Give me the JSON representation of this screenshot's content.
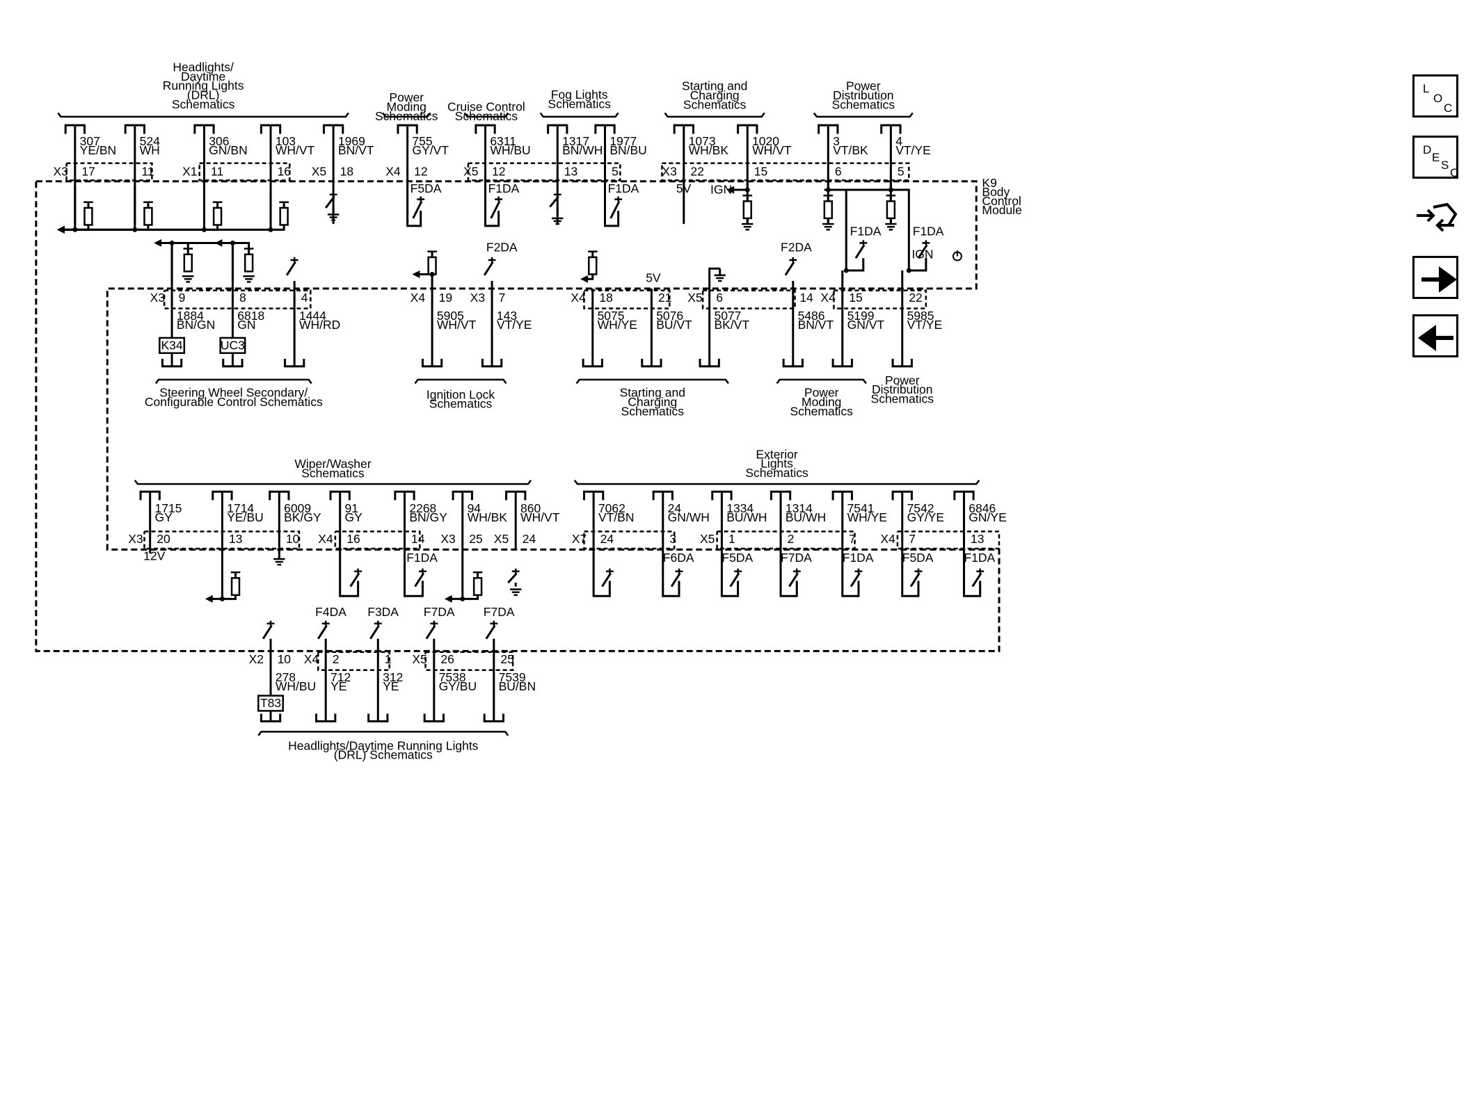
{
  "module": {
    "lines": [
      "K9",
      "Body",
      "Control",
      "Module"
    ]
  },
  "groups": [
    {
      "id": "g_drl_top",
      "lines": [
        "Headlights/",
        "Daytime",
        "Running Lights",
        "(DRL)",
        "Schematics"
      ]
    },
    {
      "id": "g_pm_top",
      "lines": [
        "Power",
        "Moding",
        "Schematics"
      ]
    },
    {
      "id": "g_cc_top",
      "lines": [
        "Cruise Control",
        "Schematics"
      ]
    },
    {
      "id": "g_fog_top",
      "lines": [
        "Fog Lights",
        "Schematics"
      ]
    },
    {
      "id": "g_sc_top",
      "lines": [
        "Starting and",
        "Charging",
        "Schematics"
      ]
    },
    {
      "id": "g_pd_top",
      "lines": [
        "Power",
        "Distribution",
        "Schematics"
      ]
    },
    {
      "id": "g_sw_mid",
      "lines": [
        "Steering Wheel Secondary/",
        "Configurable Control Schematics"
      ]
    },
    {
      "id": "g_il_mid",
      "lines": [
        "Ignition Lock",
        "Schematics"
      ]
    },
    {
      "id": "g_sc_mid",
      "lines": [
        "Starting and",
        "Charging",
        "Schematics"
      ]
    },
    {
      "id": "g_pm_mid",
      "lines": [
        "Power",
        "Moding",
        "Schematics"
      ]
    },
    {
      "id": "g_pd_mid",
      "lines": [
        "Power",
        "Distribution",
        "Schematics"
      ]
    },
    {
      "id": "g_ww_low",
      "lines": [
        "Wiper/Washer",
        "Schematics"
      ]
    },
    {
      "id": "g_el_low",
      "lines": [
        "Exterior",
        "Lights",
        "Schematics"
      ]
    },
    {
      "id": "g_drl_bot",
      "lines": [
        "Headlights/Daytime Running Lights",
        "(DRL) Schematics"
      ]
    }
  ],
  "circuits": [
    {
      "conn": "X3",
      "pin": "17",
      "circuit": "307",
      "color": "YE/BN"
    },
    {
      "conn": "",
      "pin": "11",
      "circuit": "524",
      "color": "WH"
    },
    {
      "conn": "X1",
      "pin": "11",
      "circuit": "306",
      "color": "GN/BN"
    },
    {
      "conn": "",
      "pin": "16",
      "circuit": "103",
      "color": "WH/VT"
    },
    {
      "conn": "X5",
      "pin": "18",
      "circuit": "1969",
      "color": "BN/VT"
    },
    {
      "conn": "X4",
      "pin": "12",
      "circuit": "755",
      "color": "GY/VT",
      "fuse": "F5DA"
    },
    {
      "conn": "X5",
      "pin": "12",
      "circuit": "6311",
      "color": "WH/BU",
      "fuse": "F1DA"
    },
    {
      "conn": "",
      "pin": "13",
      "circuit": "1317",
      "color": "BN/WH"
    },
    {
      "conn": "",
      "pin": "5",
      "circuit": "1977",
      "color": "BN/BU",
      "fuse": "F1DA"
    },
    {
      "conn": "X3",
      "pin": "22",
      "circuit": "1073",
      "color": "WH/BK",
      "note": "5V"
    },
    {
      "conn": "",
      "pin": "15",
      "circuit": "1020",
      "color": "WH/VT",
      "note": "IGN"
    },
    {
      "conn": "",
      "pin": "6",
      "circuit": "3",
      "color": "VT/BK",
      "fuse": "F1DA"
    },
    {
      "conn": "",
      "pin": "5",
      "circuit": "4",
      "color": "VT/YE",
      "fuse": "F1DA",
      "note": "IGN"
    },
    {
      "conn": "X3",
      "pin": "9",
      "circuit": "1884",
      "color": "BN/GN",
      "device": "K34"
    },
    {
      "conn": "",
      "pin": "8",
      "circuit": "6818",
      "color": "GN",
      "device": "UC3"
    },
    {
      "conn": "",
      "pin": "4",
      "circuit": "1444",
      "color": "WH/RD"
    },
    {
      "conn": "X4",
      "pin": "19",
      "circuit": "5905",
      "color": "WH/VT"
    },
    {
      "conn": "X3",
      "pin": "7",
      "circuit": "143",
      "color": "VT/YE",
      "fuse": "F2DA"
    },
    {
      "conn": "X4",
      "pin": "18",
      "circuit": "5075",
      "color": "WH/YE"
    },
    {
      "conn": "",
      "pin": "21",
      "circuit": "5076",
      "color": "BU/VT",
      "note": "5V"
    },
    {
      "conn": "X5",
      "pin": "6",
      "circuit": "5077",
      "color": "BK/VT"
    },
    {
      "conn": "",
      "pin": "14",
      "circuit": "5486",
      "color": "BN/VT",
      "fuse": "F2DA"
    },
    {
      "conn": "X4",
      "pin": "15",
      "circuit": "5199",
      "color": "GN/VT"
    },
    {
      "conn": "",
      "pin": "22",
      "circuit": "5985",
      "color": "VT/YE"
    },
    {
      "conn": "X3",
      "pin": "20",
      "circuit": "1715",
      "color": "GY",
      "note": "12V"
    },
    {
      "conn": "",
      "pin": "13",
      "circuit": "1714",
      "color": "YE/BU"
    },
    {
      "conn": "",
      "pin": "10",
      "circuit": "6009",
      "color": "BK/GY"
    },
    {
      "conn": "X4",
      "pin": "16",
      "circuit": "91",
      "color": "GY"
    },
    {
      "conn": "",
      "pin": "14",
      "circuit": "2268",
      "color": "BN/GY",
      "fuse": "F1DA"
    },
    {
      "conn": "X3",
      "pin": "25",
      "circuit": "94",
      "color": "WH/BK"
    },
    {
      "conn": "X5",
      "pin": "24",
      "circuit": "860",
      "color": "WH/VT"
    },
    {
      "conn": "X7",
      "pin": "24",
      "circuit": "7062",
      "color": "VT/BN"
    },
    {
      "conn": "",
      "pin": "3",
      "circuit": "24",
      "color": "GN/WH",
      "fuse": "F6DA"
    },
    {
      "conn": "X5",
      "pin": "1",
      "circuit": "1334",
      "color": "BU/WH",
      "fuse": "F5DA"
    },
    {
      "conn": "",
      "pin": "2",
      "circuit": "1314",
      "color": "BU/WH",
      "fuse": "F7DA"
    },
    {
      "conn": "",
      "pin": "7",
      "circuit": "7541",
      "color": "WH/YE",
      "fuse": "F1DA"
    },
    {
      "conn": "X4",
      "pin": "7",
      "circuit": "7542",
      "color": "GY/YE",
      "fuse": "F5DA"
    },
    {
      "conn": "",
      "pin": "13",
      "circuit": "6846",
      "color": "GN/YE",
      "fuse": "F1DA"
    },
    {
      "conn": "X2",
      "pin": "10",
      "circuit": "278",
      "color": "WH/BU",
      "device": "T83"
    },
    {
      "conn": "X4",
      "pin": "2",
      "circuit": "712",
      "color": "YE",
      "fuse": "F4DA"
    },
    {
      "conn": "",
      "pin": "1",
      "circuit": "312",
      "color": "YE",
      "fuse": "F3DA"
    },
    {
      "conn": "X5",
      "pin": "26",
      "circuit": "7538",
      "color": "GY/BU",
      "fuse": "F7DA"
    },
    {
      "conn": "",
      "pin": "25",
      "circuit": "7539",
      "color": "BU/BN",
      "fuse": "F7DA"
    }
  ],
  "side_buttons": [
    {
      "name": "loc-button",
      "letters": [
        "L",
        "O",
        "C"
      ]
    },
    {
      "name": "desc-button",
      "letters": [
        "D",
        "E",
        "S",
        "C"
      ]
    },
    {
      "name": "connector-tool-icon",
      "letters": []
    },
    {
      "name": "next-arrow-icon",
      "letters": []
    },
    {
      "name": "prev-arrow-icon",
      "letters": []
    }
  ]
}
